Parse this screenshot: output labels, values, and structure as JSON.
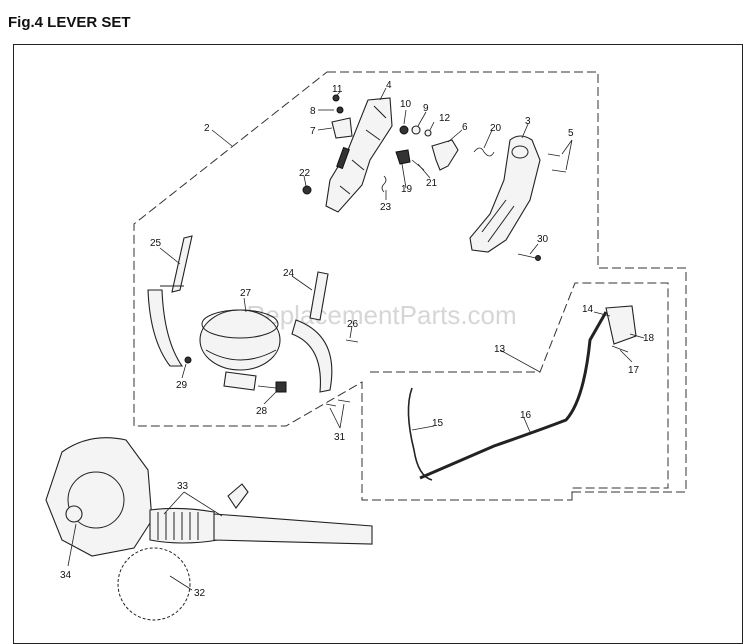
{
  "title": "Fig.4 LEVER SET",
  "watermark": "eReplacementParts.com",
  "callouts": {
    "c2": "2",
    "c3": "3",
    "c4": "4",
    "c5": "5",
    "c6": "6",
    "c7": "7",
    "c8": "8",
    "c9": "9",
    "c10": "10",
    "c11": "11",
    "c12": "12",
    "c13": "13",
    "c14": "14",
    "c15": "15",
    "c16": "16",
    "c17": "17",
    "c18": "18",
    "c19": "19",
    "c20": "20",
    "c21": "21",
    "c22": "22",
    "c23": "23",
    "c24": "24",
    "c25": "25",
    "c26": "26",
    "c27": "27",
    "c28": "28",
    "c29": "29",
    "c30": "30",
    "c31": "31",
    "c32": "32",
    "c33": "33",
    "c34": "34"
  }
}
